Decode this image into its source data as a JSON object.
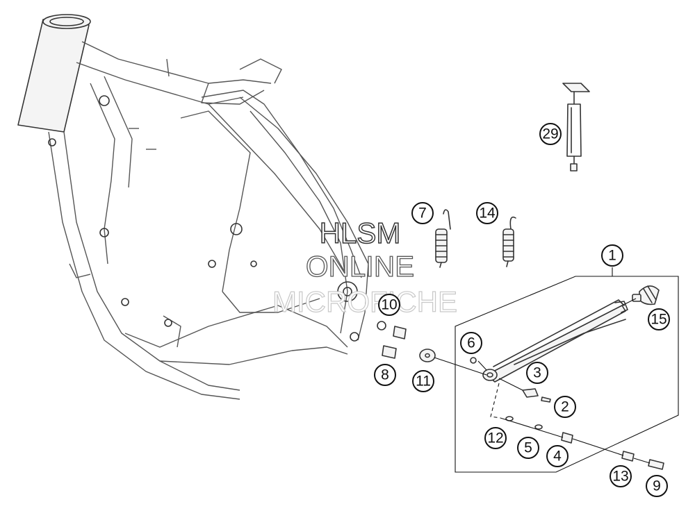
{
  "watermark": {
    "line1": "HLSM",
    "line2": "ONLINE",
    "line3": "MICROFICHE"
  },
  "callouts": [
    {
      "id": "callout-1",
      "label": "1"
    },
    {
      "id": "callout-2",
      "label": "2"
    },
    {
      "id": "callout-3",
      "label": "3"
    },
    {
      "id": "callout-4",
      "label": "4"
    },
    {
      "id": "callout-5",
      "label": "5"
    },
    {
      "id": "callout-6",
      "label": "6"
    },
    {
      "id": "callout-7",
      "label": "7"
    },
    {
      "id": "callout-8",
      "label": "8"
    },
    {
      "id": "callout-9",
      "label": "9"
    },
    {
      "id": "callout-10",
      "label": "10"
    },
    {
      "id": "callout-11",
      "label": "11"
    },
    {
      "id": "callout-12",
      "label": "12"
    },
    {
      "id": "callout-13",
      "label": "13"
    },
    {
      "id": "callout-14",
      "label": "14"
    },
    {
      "id": "callout-15",
      "label": "15"
    },
    {
      "id": "callout-29",
      "label": "29"
    }
  ]
}
